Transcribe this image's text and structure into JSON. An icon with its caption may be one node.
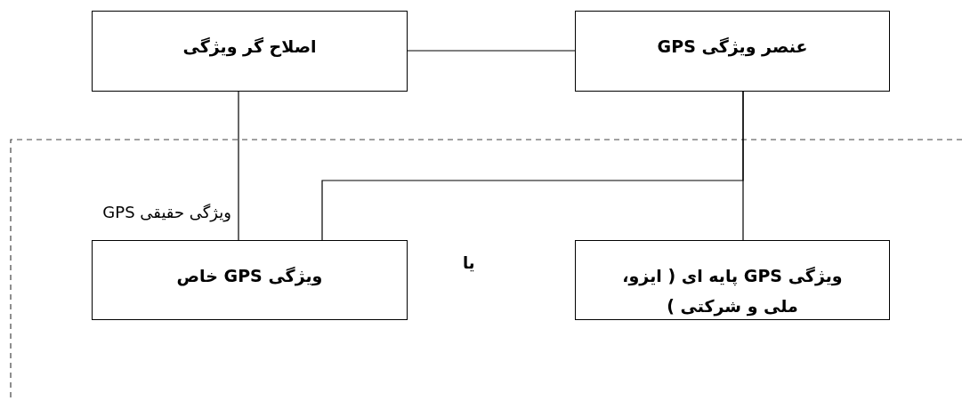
{
  "diagram": {
    "nodes": [
      {
        "text": [
          "اصلاح گر ویژگی"
        ]
      },
      {
        "text": [
          "عنصر ویژگی GPS"
        ]
      },
      {
        "text": [
          "ویژگی GPS خاص"
        ]
      },
      {
        "text": [
          "ویژگی GPS پایه ای ( ایزو، ملی و شرکتی )"
        ]
      }
    ],
    "edges": [
      {
        "from": 0,
        "to": 1,
        "arrow": "none"
      },
      {
        "from": 0,
        "to": 2,
        "arrow": "none",
        "label": "ویژگی حقیقی GPS"
      },
      {
        "from": 1,
        "to": 2,
        "arrow": "none"
      },
      {
        "from": 1,
        "to": 3,
        "arrow": "none"
      }
    ],
    "labels": [
      "یا"
    ]
  }
}
